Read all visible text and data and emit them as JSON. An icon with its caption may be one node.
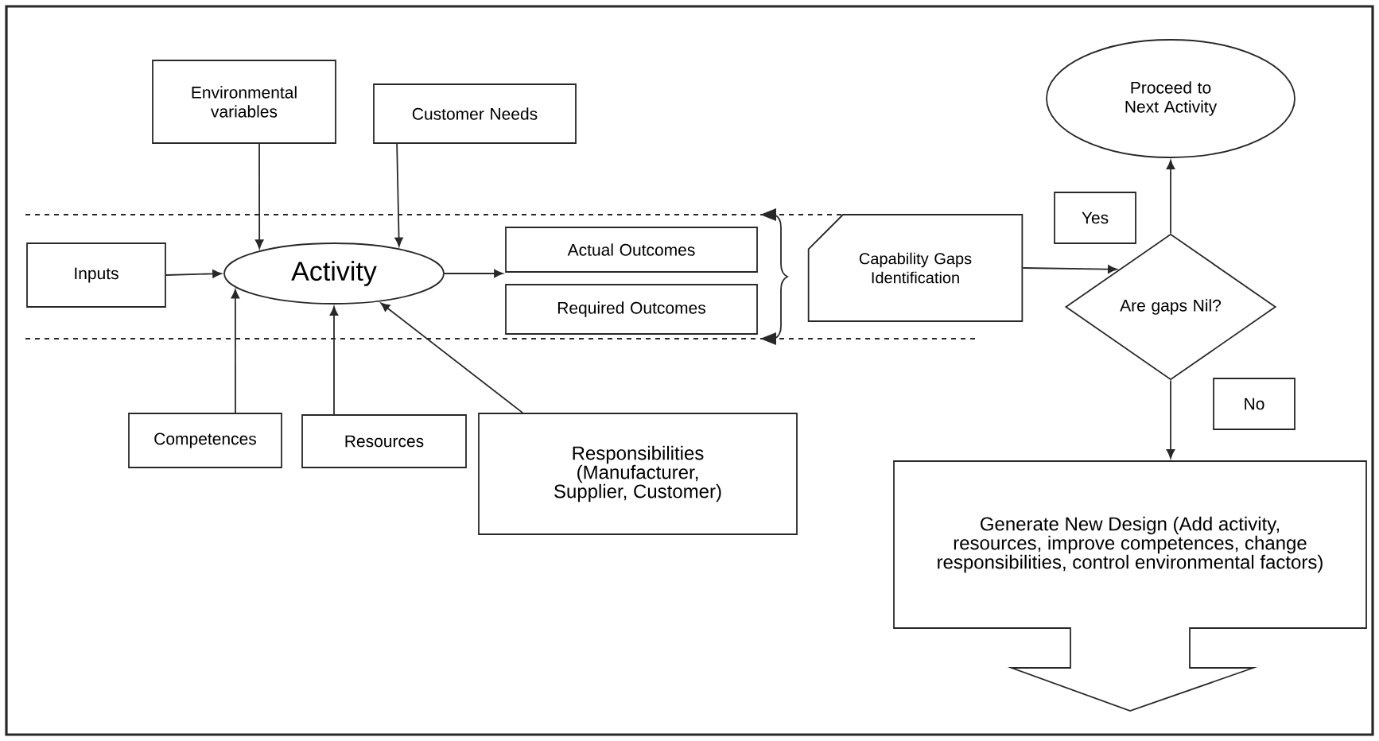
{
  "diagram": {
    "nodes": [
      {
        "text": [
          "Environmental variables"
        ]
      },
      {
        "text": [
          "Customer Needs"
        ]
      },
      {
        "text": [
          "Inputs"
        ]
      },
      {
        "text": [
          "Activity"
        ]
      },
      {
        "text": [
          "Actual Outcomes"
        ]
      },
      {
        "text": [
          "Required Outcomes"
        ]
      },
      {
        "text": [
          "Competences"
        ]
      },
      {
        "text": [
          "Resources"
        ]
      },
      {
        "text": [
          "Responsibilities (Manufacturer, Supplier, Customer)"
        ]
      },
      {
        "text": [
          "Capability Gaps Identification"
        ]
      },
      {
        "text": [
          "Proceed to Next Activity"
        ]
      },
      {
        "text": [
          "Are gaps Nil?"
        ]
      },
      {
        "text": [
          "Yes"
        ]
      },
      {
        "text": [
          "No"
        ]
      },
      {
        "text": [
          "Generate New Design (Add activity, resources, improve competences, change responsibilities, control environmental factors)"
        ]
      }
    ],
    "edges": [
      {
        "from": 0,
        "to": 3,
        "arrow": "to"
      },
      {
        "from": 1,
        "to": 3,
        "arrow": "to"
      },
      {
        "from": 2,
        "to": 3,
        "arrow": "to"
      },
      {
        "from": 3,
        "to": 4,
        "arrow": "to"
      },
      {
        "from": 6,
        "to": 3,
        "arrow": "to"
      },
      {
        "from": 7,
        "to": 3,
        "arrow": "to"
      },
      {
        "from": 8,
        "to": 3,
        "arrow": "to"
      },
      {
        "from": 9,
        "to": 11,
        "arrow": "to"
      },
      {
        "from": 11,
        "to": 10,
        "arrow": "to"
      },
      {
        "from": 11,
        "to": 14,
        "arrow": "to"
      }
    ]
  }
}
